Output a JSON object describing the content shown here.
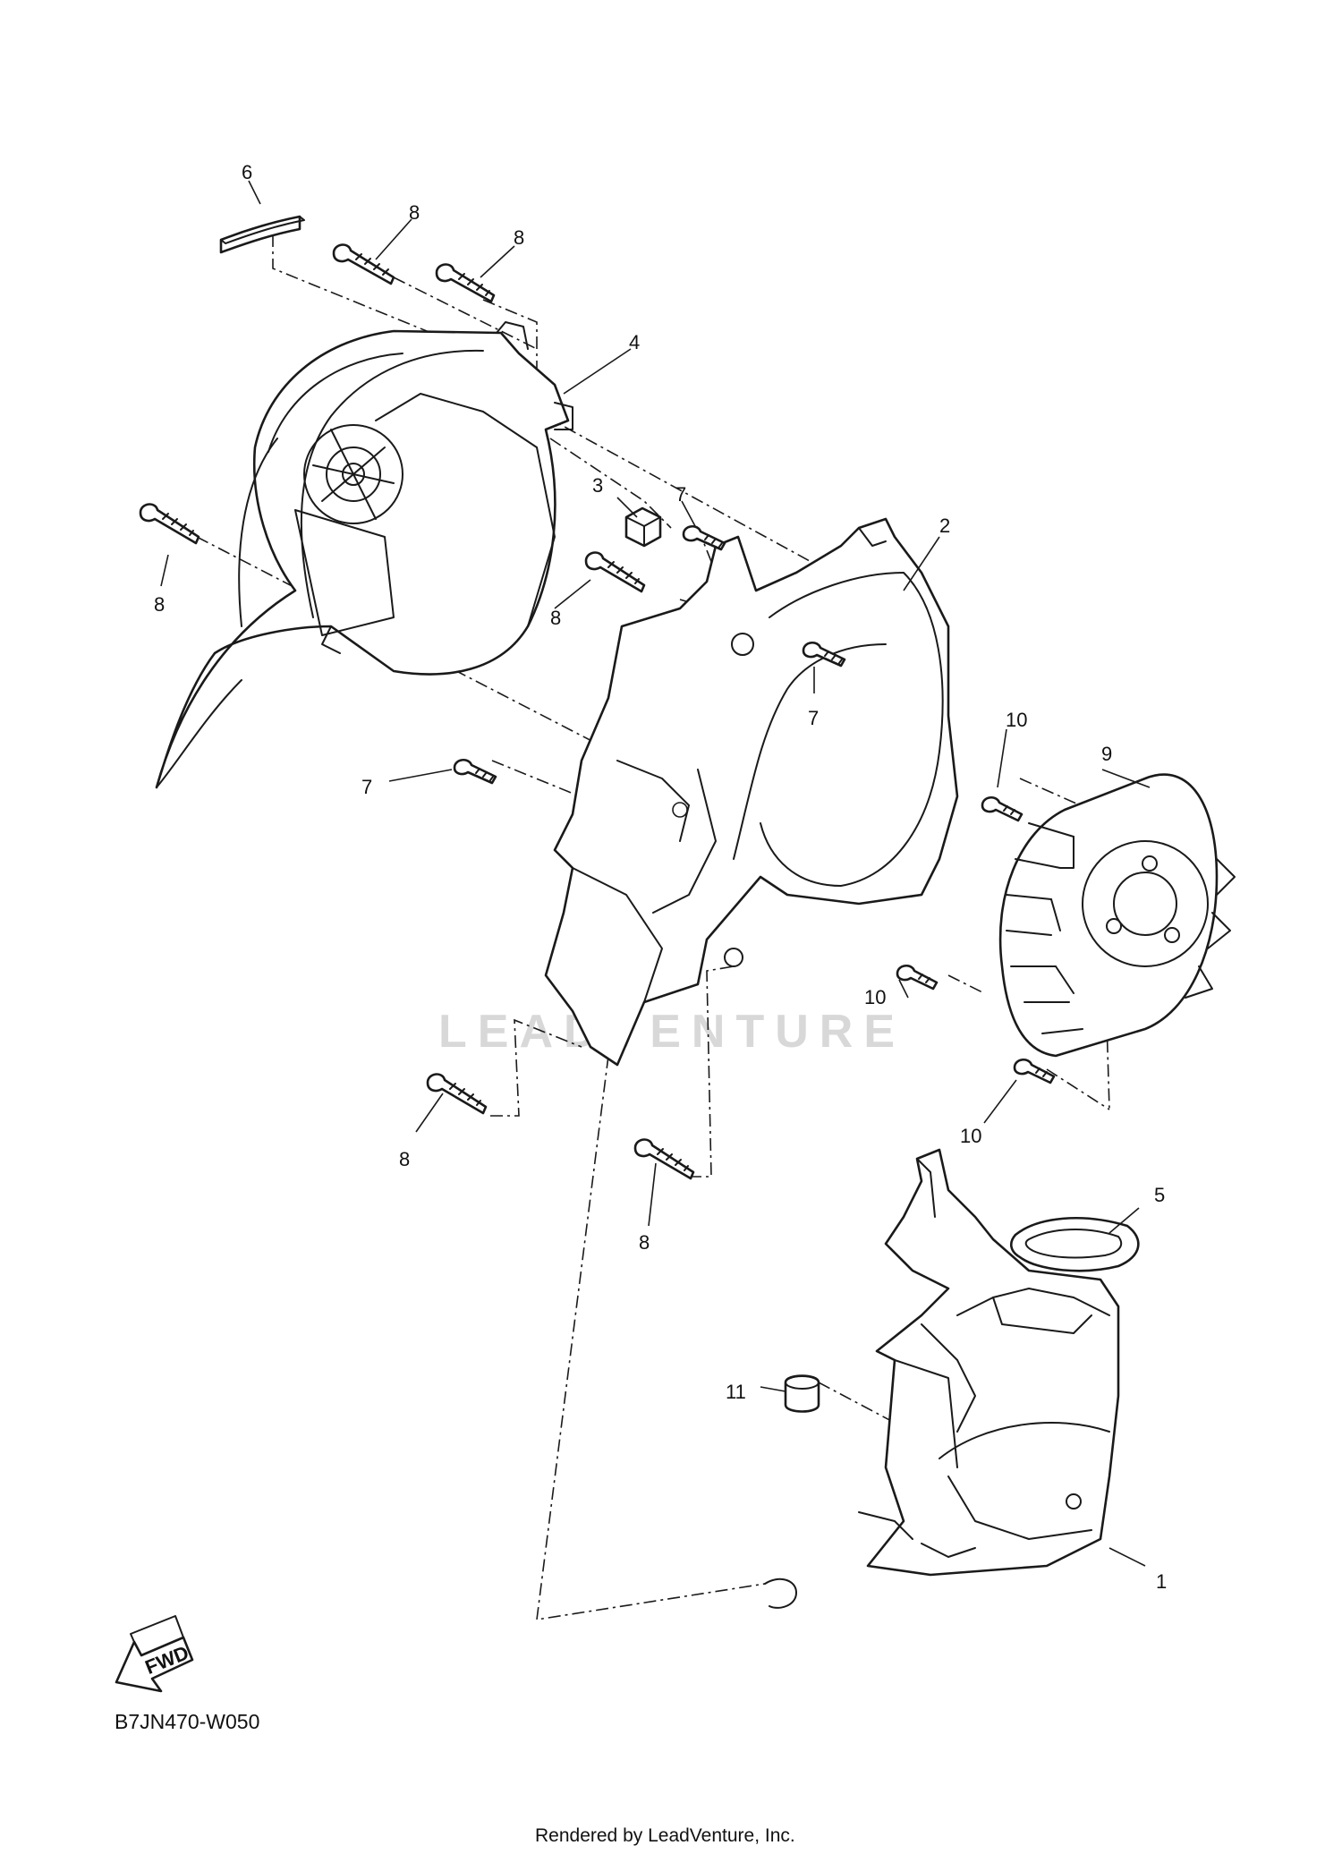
{
  "diagram": {
    "code": "B7JN470-W050",
    "credit": "Rendered by LeadVenture, Inc.",
    "watermark": "LEADVENTURE",
    "fwd_label": "FWD",
    "callouts": {
      "c1": "1",
      "c2": "2",
      "c3": "3",
      "c4": "4",
      "c5": "5",
      "c6": "6",
      "c7a": "7",
      "c7b": "7",
      "c7c": "7",
      "c8a": "8",
      "c8b": "8",
      "c8c": "8",
      "c8d": "8",
      "c8e": "8",
      "c8f": "8",
      "c9": "9",
      "c10a": "10",
      "c10b": "10",
      "c10c": "10",
      "c11": "11"
    }
  }
}
